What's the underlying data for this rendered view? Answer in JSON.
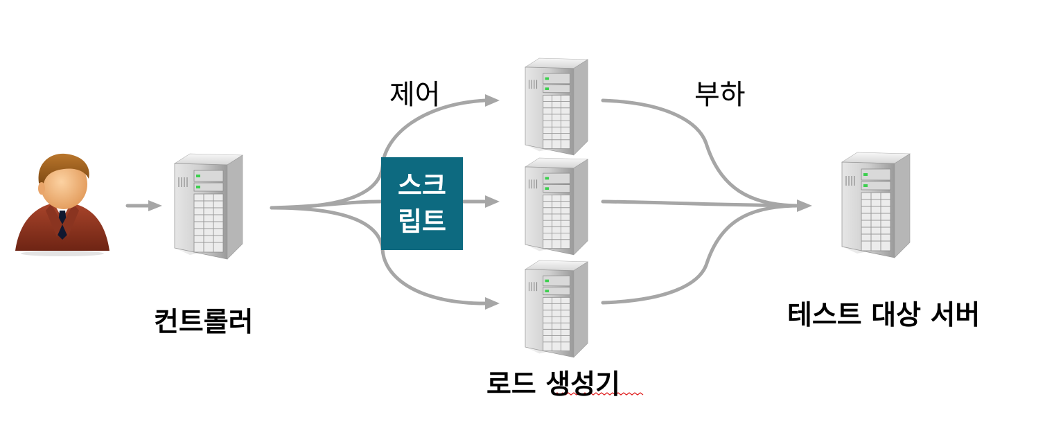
{
  "labels": {
    "control": "제어",
    "load": "부하",
    "controller": "컨트롤러",
    "load_generator": "로드 생성기",
    "target_server": "테스트 대상 서버"
  },
  "script_box": {
    "line1": "스크",
    "line2": "립트",
    "color": "#0d6a80"
  },
  "colors": {
    "arrow": "#a6a6a6",
    "spellcheck_underline": "#e02020"
  },
  "icons": [
    "user-icon",
    "server-icon"
  ]
}
